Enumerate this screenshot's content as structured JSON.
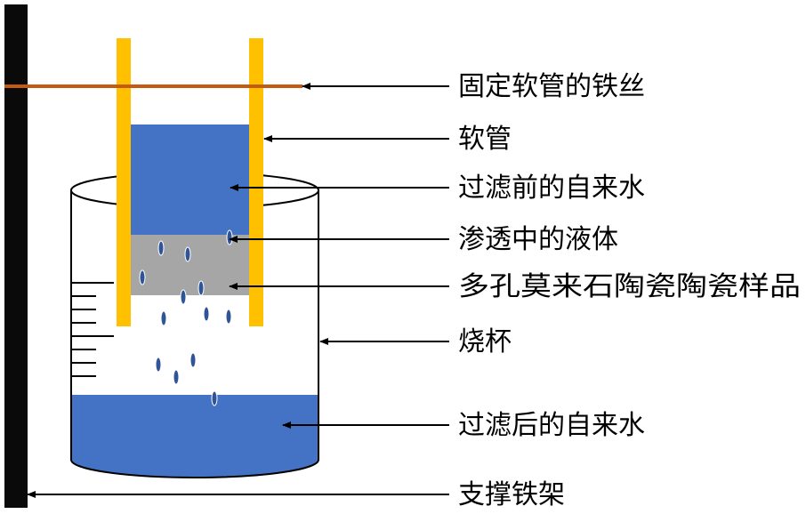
{
  "labels": {
    "wire": "固定软管的铁丝",
    "tube": "软管",
    "water_before": "过滤前的自来水",
    "seeping_liquid": "渗透中的液体",
    "ceramic_sample": "多孔莫来石陶瓷陶瓷样品",
    "beaker": "烧杯",
    "water_after": "过滤后的自来水",
    "stand": "支撑铁架"
  },
  "colors": {
    "stand": "#0a0a0a",
    "tube": "#ffc000",
    "wire": "#c55a11",
    "water": "#4472c4",
    "sample": "#a6a6a6",
    "drop": "#2f5597",
    "outline": "#000000"
  }
}
